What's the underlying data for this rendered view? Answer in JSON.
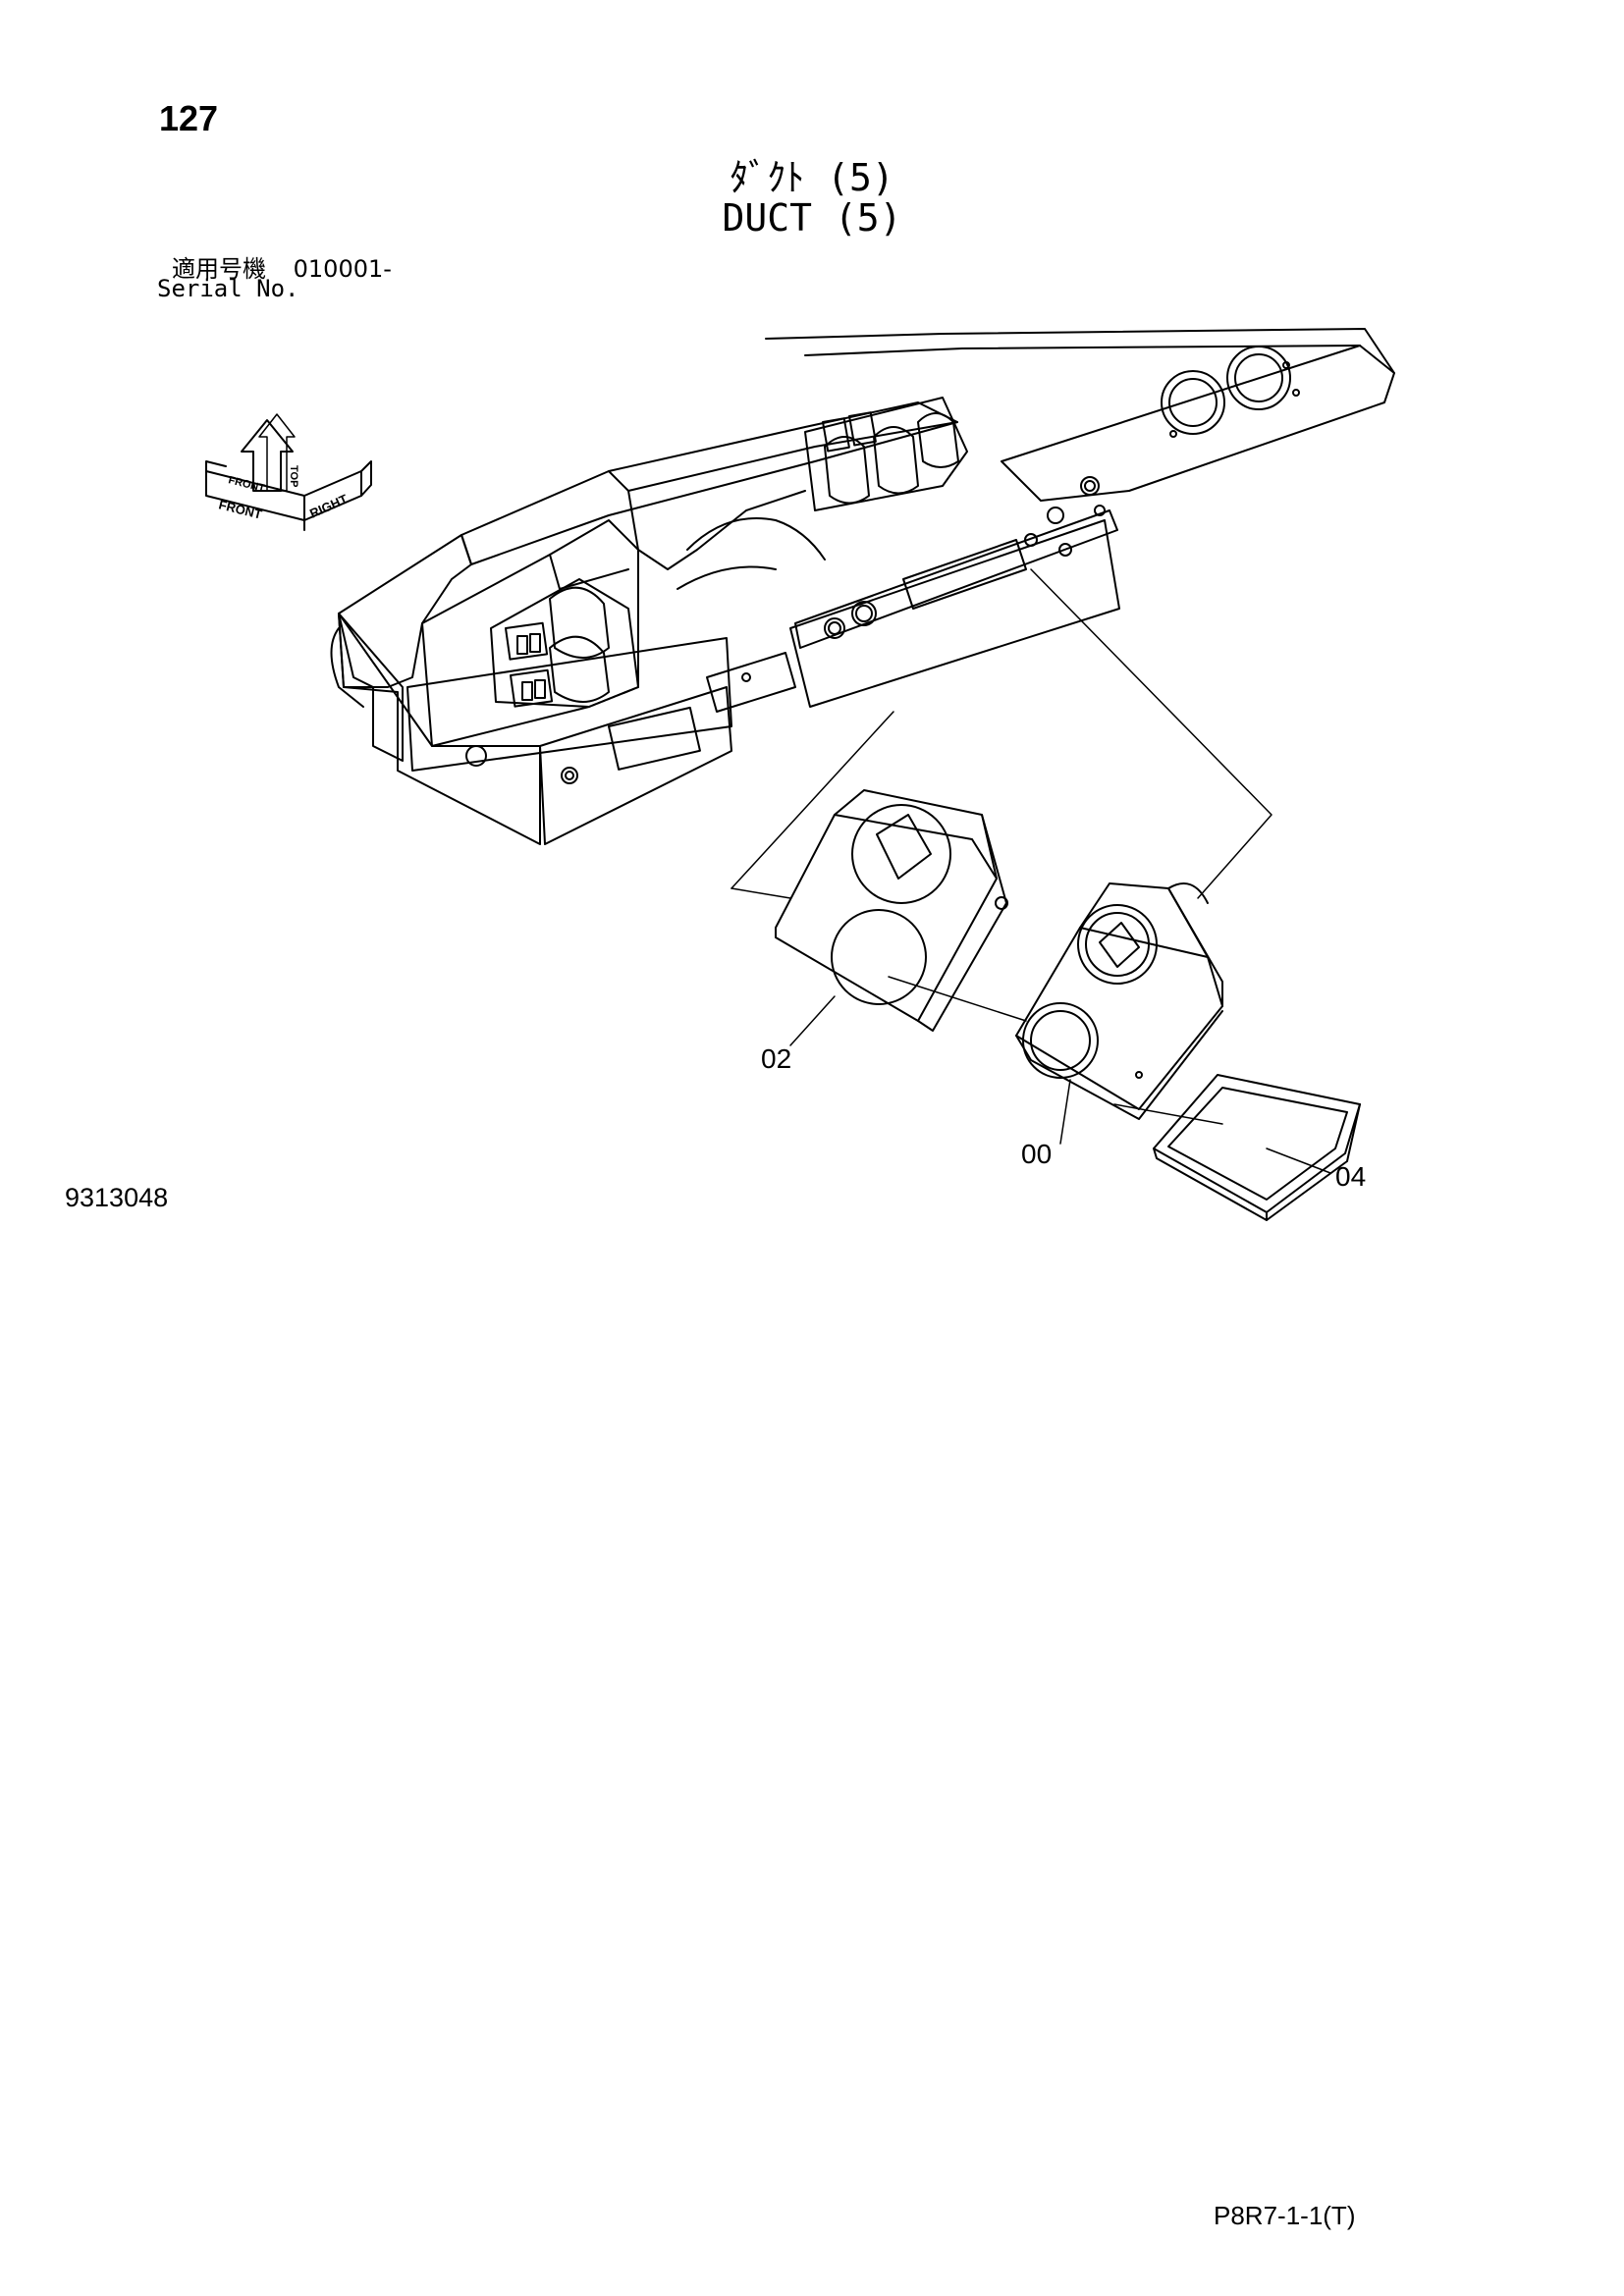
{
  "page": {
    "number": "127",
    "title_jp": "ﾀﾞｸﾄ (5)",
    "title_en": "DUCT (5)",
    "serial_label_jp": "適用号機",
    "serial_range": "010001-",
    "serial_label_en": "Serial No.",
    "figure_number": "9313048",
    "doc_code": "P8R7-1-1(T)"
  },
  "orientation_icon": {
    "labels": [
      "FRONT",
      "RIGHT",
      "TOP",
      "FRONT"
    ]
  },
  "callouts": [
    {
      "label": "02"
    },
    {
      "label": "00"
    },
    {
      "label": "04"
    }
  ],
  "colors": {
    "line": "#000000",
    "background": "#ffffff"
  }
}
